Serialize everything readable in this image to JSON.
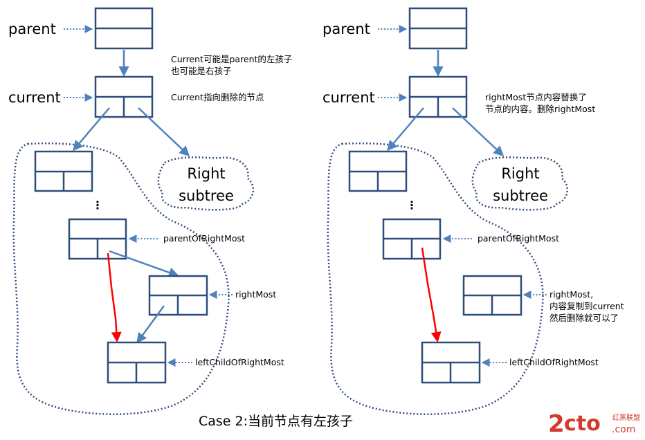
{
  "colors": {
    "node_stroke": "#2e4d7a",
    "blue_arrow": "#4f81bd",
    "red_arrow": "#ff0000",
    "watermark": "#d43a2a"
  },
  "left": {
    "parent_label": "parent",
    "current_label": "current",
    "note1_line1": "Current可能是parent的左孩子",
    "note1_line2": "也可能是右孩子",
    "note2": "Current指向删除的节点",
    "right_subtree_line1": "Right",
    "right_subtree_line2": "subtree",
    "ellipsis": "⋮",
    "parent_of_right_most": "parentOfRightMost",
    "right_most": "rightMost",
    "left_child_of_right_most": "leftChildOfRightMost"
  },
  "right": {
    "parent_label": "parent",
    "current_label": "current",
    "note_line1": "rightMost节点内容替换了",
    "note_line2": "节点的内容。删除rightMost",
    "right_subtree_line1": "Right",
    "right_subtree_line2": "subtree",
    "ellipsis": "⋮",
    "parent_of_right_most": "parentOfRightMost",
    "right_most_line1": "rightMost,",
    "right_most_line2": "内容复制到current",
    "right_most_line3": "然后删除就可以了",
    "left_child_of_right_most": "leftChildOfRightMost"
  },
  "caption": "Case 2:当前节点有左孩子",
  "watermark": {
    "logo_2": "2",
    "logo_cto": "cto",
    "logo_com": ".com",
    "logo_cn": "红黑联盟"
  }
}
